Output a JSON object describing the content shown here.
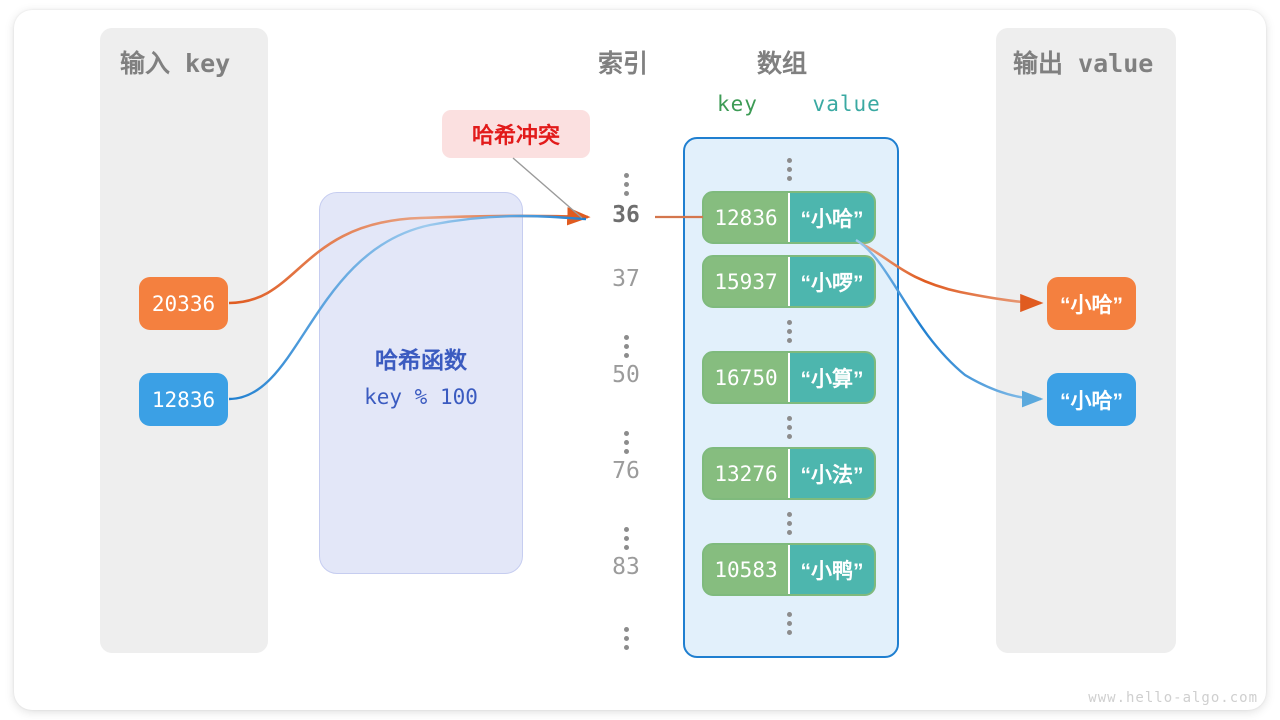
{
  "panels": {
    "input": {
      "title": "输入 key"
    },
    "output": {
      "title": "输出 value"
    }
  },
  "headings": {
    "index": "索引",
    "array": "数组",
    "key": "key",
    "value": "value"
  },
  "hash_function": {
    "name": "哈希函数",
    "expression": "key % 100"
  },
  "collision": {
    "label": "哈希冲突"
  },
  "inputs": [
    {
      "label": "20336",
      "color": "#f4803f"
    },
    {
      "label": "12836",
      "color": "#3ba0e5"
    }
  ],
  "outputs": [
    {
      "label": "“小哈”",
      "color": "#f4803f"
    },
    {
      "label": "“小哈”",
      "color": "#3ba0e5"
    }
  ],
  "index_column": [
    {
      "value": "⋮",
      "type": "ellipsis",
      "highlight": false
    },
    {
      "value": "36",
      "type": "number",
      "highlight": true
    },
    {
      "value": "37",
      "type": "number",
      "highlight": false
    },
    {
      "value": "⋮",
      "type": "ellipsis",
      "highlight": false
    },
    {
      "value": "50",
      "type": "number",
      "highlight": false
    },
    {
      "value": "⋮",
      "type": "ellipsis",
      "highlight": false
    },
    {
      "value": "76",
      "type": "number",
      "highlight": false
    },
    {
      "value": "⋮",
      "type": "ellipsis",
      "highlight": false
    },
    {
      "value": "83",
      "type": "number",
      "highlight": false
    },
    {
      "value": "⋮",
      "type": "ellipsis",
      "highlight": false
    }
  ],
  "array_entries": [
    {
      "type": "ellipsis"
    },
    {
      "type": "pair",
      "key": "12836",
      "value": "“小哈”"
    },
    {
      "type": "pair",
      "key": "15937",
      "value": "“小啰”"
    },
    {
      "type": "ellipsis"
    },
    {
      "type": "pair",
      "key": "16750",
      "value": "“小算”"
    },
    {
      "type": "ellipsis"
    },
    {
      "type": "pair",
      "key": "13276",
      "value": "“小法”"
    },
    {
      "type": "ellipsis"
    },
    {
      "type": "pair",
      "key": "10583",
      "value": "“小鸭”"
    },
    {
      "type": "ellipsis"
    }
  ],
  "watermark": "www.hello-algo.com",
  "colors": {
    "key_cell": "#86bd7f",
    "value_cell": "#4db6ae",
    "array_border": "#1f7fd0",
    "array_fill": "#e2f0fb",
    "hash_fill": "#e3e7f8",
    "hash_text": "#3b5bc0",
    "collision_text": "#e21b1b",
    "collision_fill": "#fbe0e0",
    "panel_fill": "#eeeeee",
    "orange_wire": "#e05b20",
    "blue_wire": "#1f7fd0"
  }
}
